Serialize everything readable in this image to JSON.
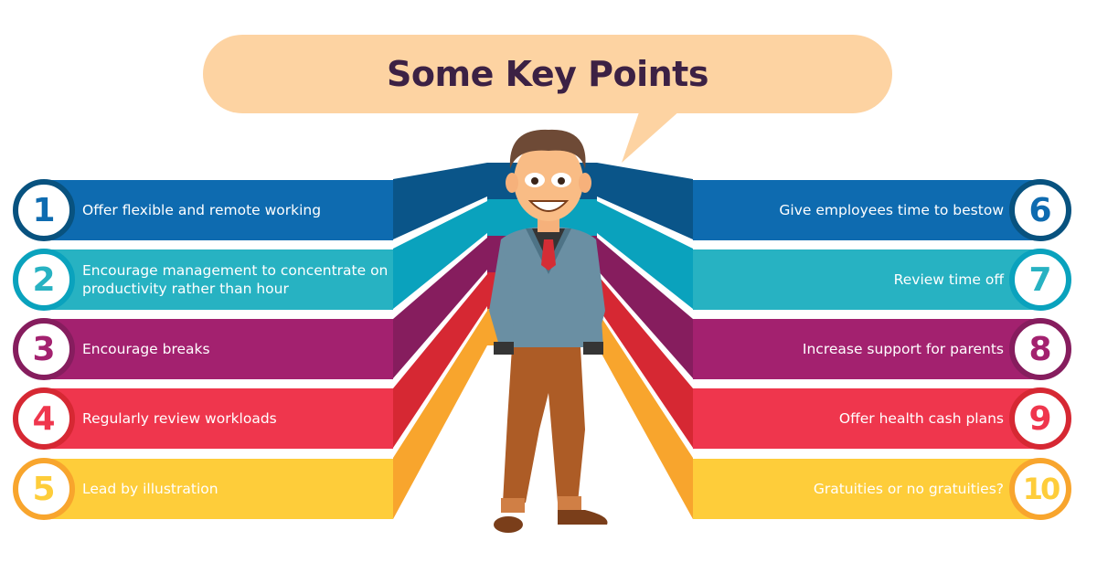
{
  "title": "Some Key Points",
  "colors": {
    "bubble": "#fdd3a2",
    "title_text": "#3c2144"
  },
  "left_points": [
    {
      "number": "1",
      "text": "Offer flexible and remote working",
      "color": "#0e6bb0",
      "ring": "#08527f"
    },
    {
      "number": "2",
      "text": "Encourage management to concentrate on productivity rather than hour",
      "color": "#27b2c2",
      "ring": "#0aa2bd"
    },
    {
      "number": "3",
      "text": "Encourage breaks",
      "color": "#a3216f",
      "ring": "#861d5e"
    },
    {
      "number": "4",
      "text": "Regularly review workloads",
      "color": "#ef364d",
      "ring": "#d62833"
    },
    {
      "number": "5",
      "text": "Lead by illustration",
      "color": "#fecd3a",
      "ring": "#f8a52d"
    }
  ],
  "right_points": [
    {
      "number": "6",
      "text": "Give employees time to bestow",
      "color": "#0e6bb0",
      "ring": "#08527f"
    },
    {
      "number": "7",
      "text": "Review time off",
      "color": "#27b2c2",
      "ring": "#0aa2bd"
    },
    {
      "number": "8",
      "text": "Increase support for parents",
      "color": "#a3216f",
      "ring": "#861d5e"
    },
    {
      "number": "9",
      "text": "Offer health cash plans",
      "color": "#ef364d",
      "ring": "#d62833"
    },
    {
      "number": "10",
      "text": "Gratuities or no gratuities?",
      "color": "#fecd3a",
      "ring": "#f8a52d"
    }
  ],
  "illustration": "cartoon-businessman"
}
